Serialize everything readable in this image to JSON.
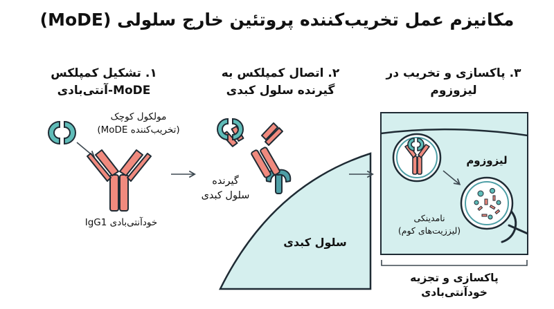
{
  "title": "مکانیزم عمل تخریب‌کننده پروتئین خارج سلولی (MoDE)",
  "steps": [
    {
      "line1": "۱. تشکیل کمپلکس",
      "line2": "MoDE-آنتی‌بادی"
    },
    {
      "line1": "۲. اتصال کمپلکس به",
      "line2": "گیرنده سلول کبدی"
    },
    {
      "line1": "۳. پاکسازی و تخریب در",
      "line2": "لیزوزوم"
    }
  ],
  "labels": {
    "small_molecule": "مولکول کوچک",
    "small_molecule_sub": "(تخریب‌کننده MoDE)",
    "igg": "خودآنتی‌بادی IgG1",
    "receptor_1": "گیرنده",
    "receptor_2": "سلول کبدی",
    "liver_cell": "سلول کبدی",
    "lysosome": "لیزوزوم",
    "fragments_1": "نامدینکی",
    "fragments_2": "(لیززیت‌های کوم)",
    "bottom": "پاکسازی و تجزیه خودآنتی‌بادی"
  },
  "colors": {
    "antibody": "#f08a7e",
    "molecule": "#5fbcb8",
    "receptor": "#4e9fa6",
    "cell_fill": "#d5efee",
    "outline": "#1f2b34",
    "arrow": "#3d4850"
  }
}
